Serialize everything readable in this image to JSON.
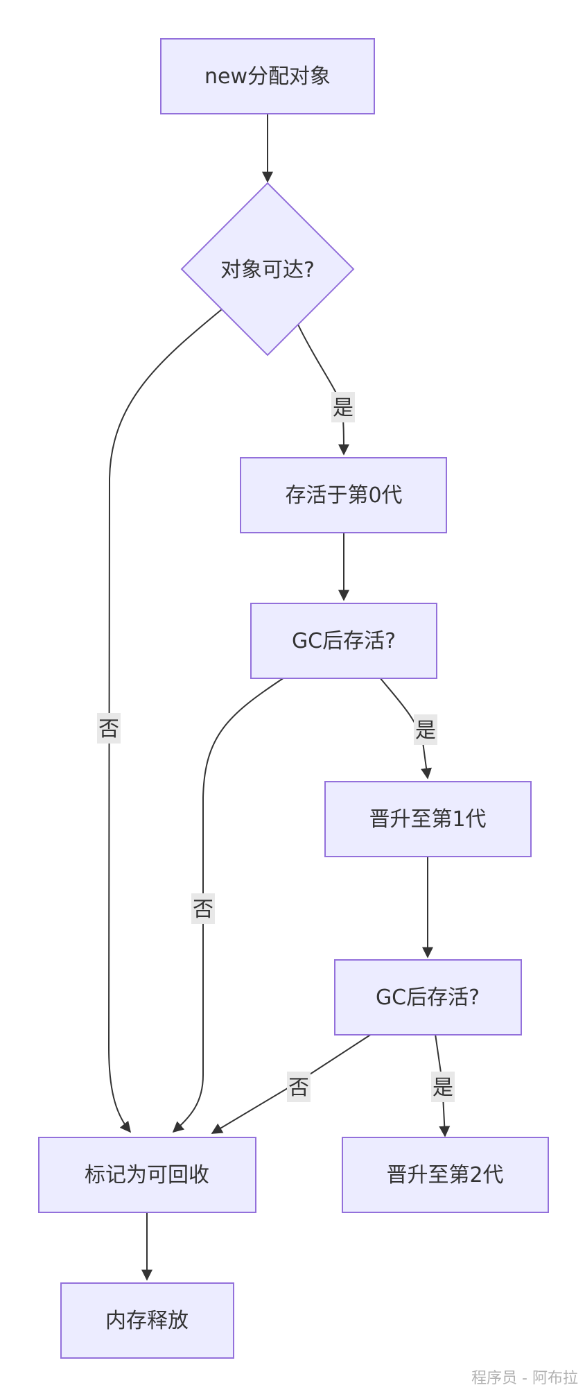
{
  "nodes": {
    "alloc": "new分配对象",
    "reachable": "对象可达?",
    "gen0": "存活于第0代",
    "gc1": "GC后存活?",
    "gen1": "晋升至第1代",
    "gc2": "GC后存活?",
    "mark": "标记为可回收",
    "gen2": "晋升至第2代",
    "free": "内存释放"
  },
  "edge_labels": {
    "reachable_yes": "是",
    "reachable_no": "否",
    "gc1_yes": "是",
    "gc1_no": "否",
    "gc2_yes": "是",
    "gc2_no": "否"
  },
  "colors": {
    "node_fill": "#ECECFF",
    "node_stroke": "#9370DB",
    "edge": "#333333",
    "label_bg": "#e8e8e8"
  },
  "watermark": "程序员 - 阿布拉"
}
